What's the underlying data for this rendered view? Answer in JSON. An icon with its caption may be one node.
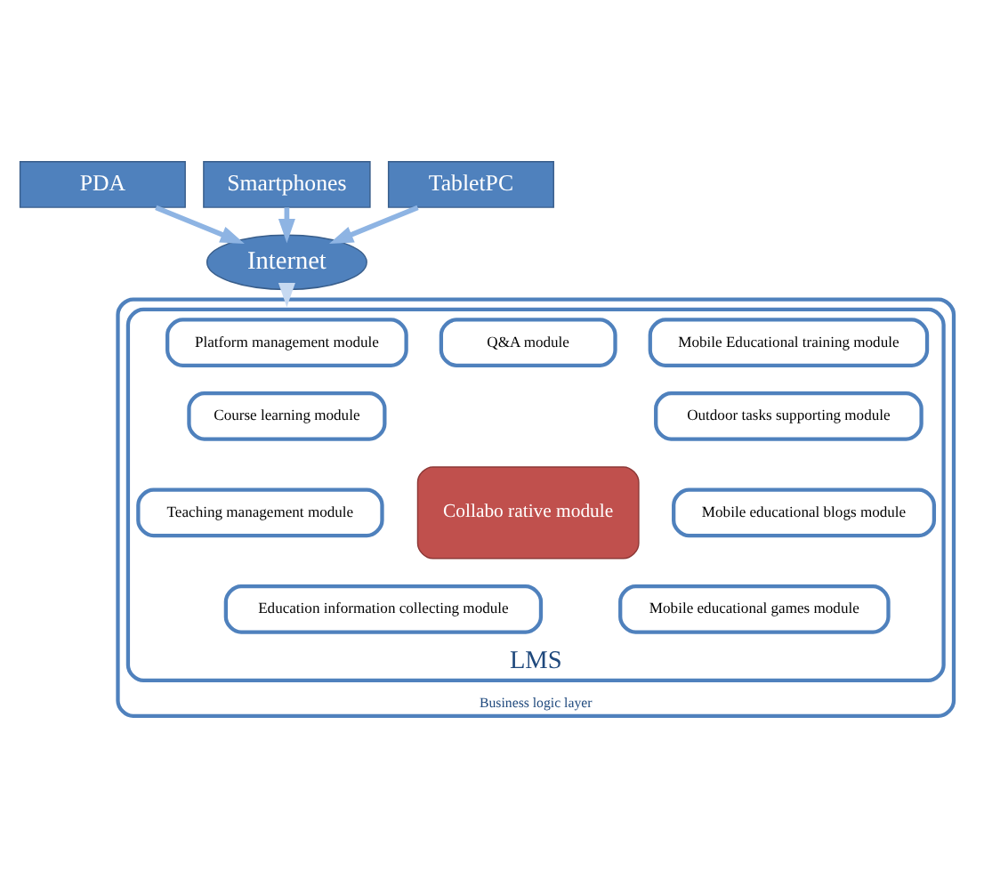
{
  "diagram": {
    "nodes": [
      {
        "text": [
          "PDA"
        ]
      },
      {
        "text": [
          "Smartphones"
        ]
      },
      {
        "text": [
          "TabletPC"
        ]
      },
      {
        "text": [
          "Internet"
        ]
      },
      {
        "text": [
          "Business logic layer"
        ]
      },
      {
        "text": [
          "LMS"
        ],
        "in": 4
      },
      {
        "text": [
          "Platform management module"
        ],
        "in": 5
      },
      {
        "text": [
          "Q&A module"
        ],
        "in": 5
      },
      {
        "text": [
          "Mobile Educational training module"
        ],
        "in": 5
      },
      {
        "text": [
          "Course learning module"
        ],
        "in": 5
      },
      {
        "text": [
          "Outdoor tasks supporting module"
        ],
        "in": 5
      },
      {
        "text": [
          "Teaching management module"
        ],
        "in": 5
      },
      {
        "text": [
          "Collabo rative module"
        ],
        "in": 5
      },
      {
        "text": [
          "Mobile educational blogs module"
        ],
        "in": 5
      },
      {
        "text": [
          "Education information collecting module"
        ],
        "in": 5
      },
      {
        "text": [
          "Mobile educational games module"
        ],
        "in": 5
      }
    ],
    "edges": [
      {
        "from": 0,
        "to": 3,
        "arrow": "to"
      },
      {
        "from": 1,
        "to": 3,
        "arrow": "to"
      },
      {
        "from": 2,
        "to": 3,
        "arrow": "to"
      },
      {
        "from": 3,
        "to": 4,
        "arrow": "to",
        "color": "#c6d9f1"
      }
    ]
  }
}
